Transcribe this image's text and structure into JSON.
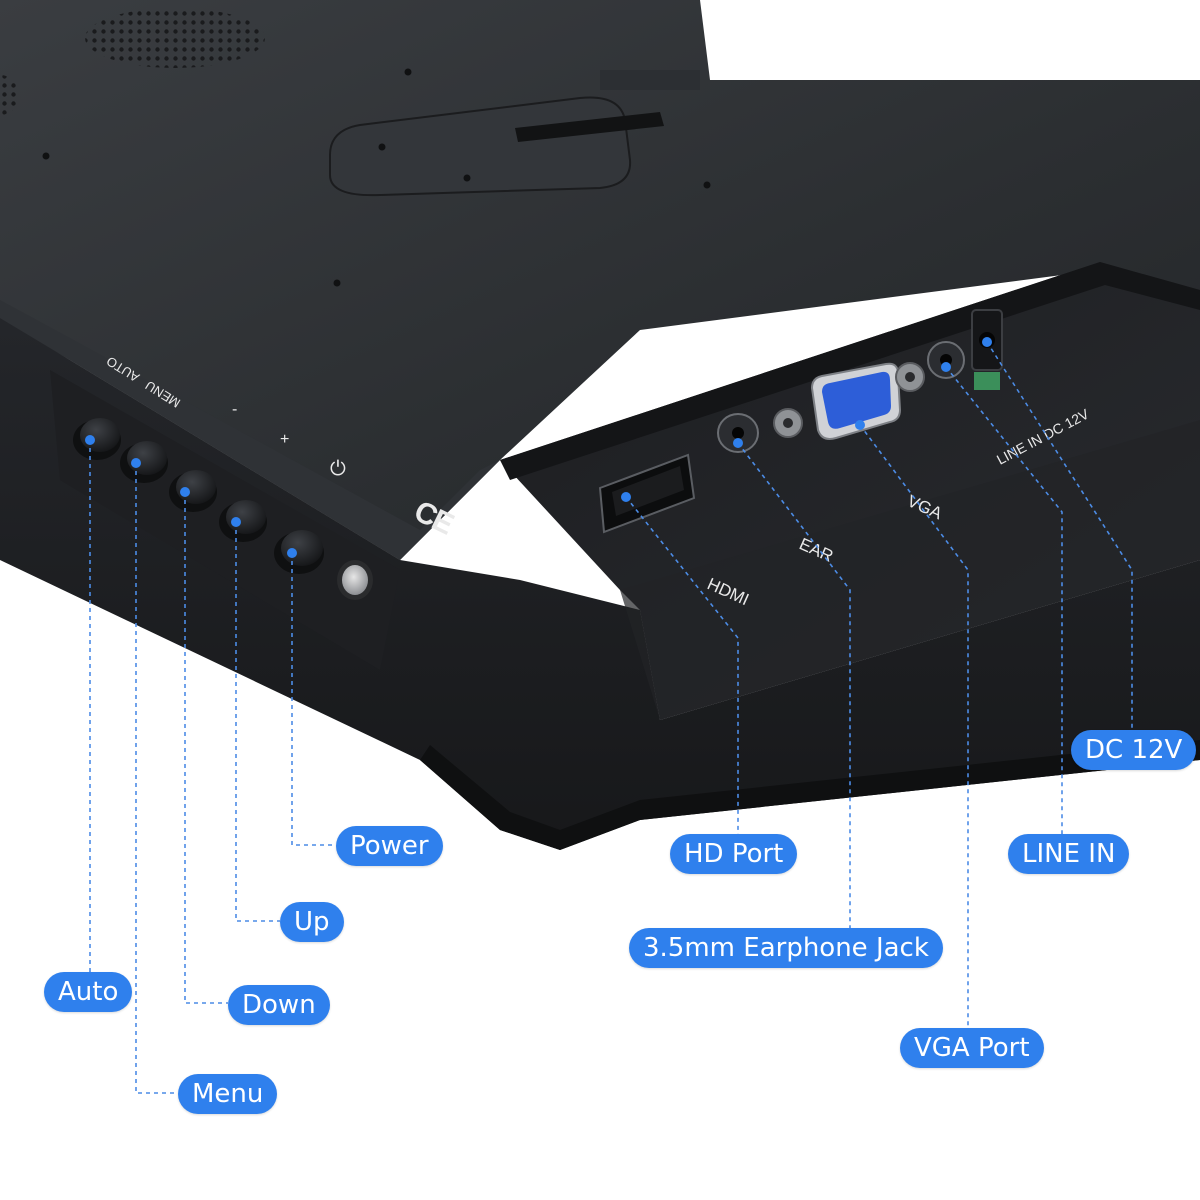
{
  "device": {
    "panel_color": "#2a2c2f",
    "edge_color": "#1c1d1f",
    "accent_color": "#2f80ed",
    "vga_connector_color": "#2d5ed8",
    "button_legend": {
      "menu": "MENU",
      "auto": "AUTO",
      "minus": "-",
      "plus": "+",
      "power_symbol": "⏻"
    },
    "port_labels": {
      "hdmi": "HDMI",
      "ear": "EAR",
      "vga": "VGA",
      "line_in_dc": "LINE IN DC 12V"
    },
    "certification_mark": "CE"
  },
  "callouts": {
    "auto": "Auto",
    "menu": "Menu",
    "down": "Down",
    "up": "Up",
    "power": "Power",
    "hd_port": "HD Port",
    "earphone_jack": "3.5mm Earphone Jack",
    "vga_port": "VGA Port",
    "line_in": "LINE IN",
    "dc_12v": "DC 12V"
  }
}
